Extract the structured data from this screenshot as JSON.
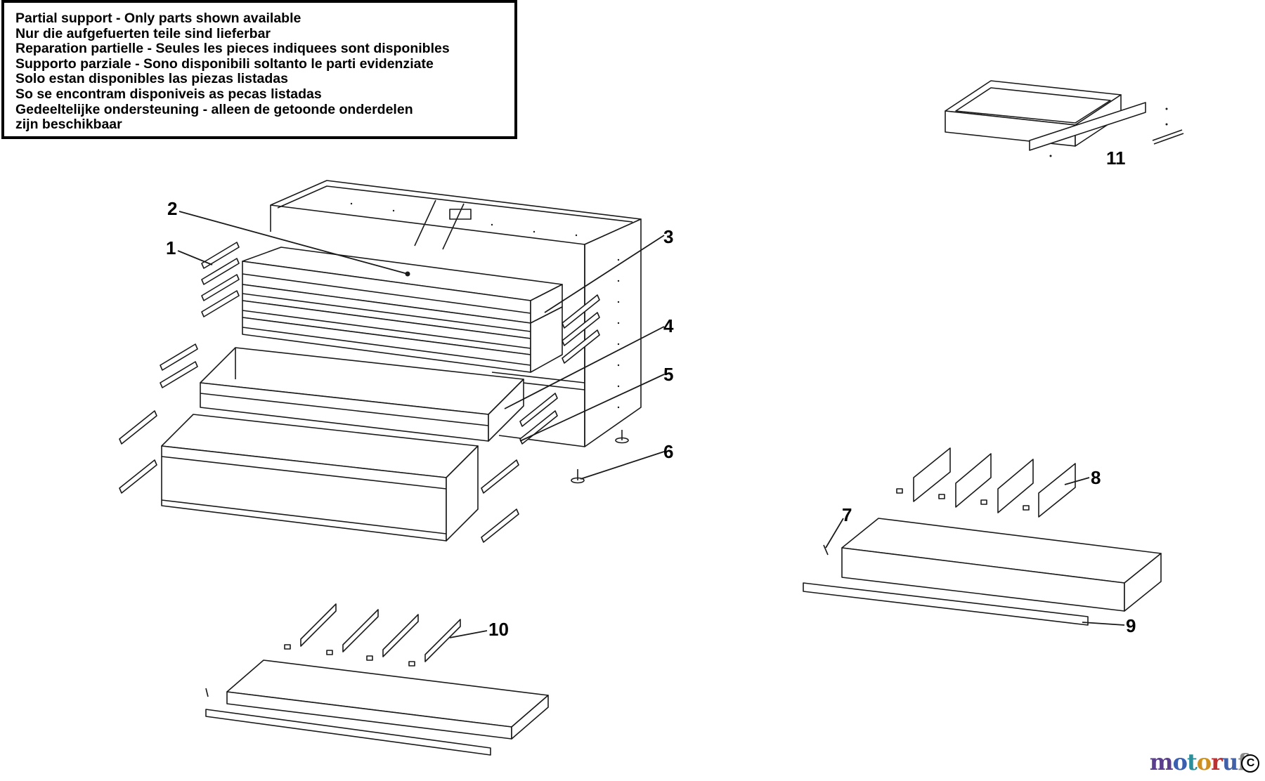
{
  "notice": {
    "lines": [
      "Partial support - Only parts shown available",
      "Nur die aufgefuerten teile sind lieferbar",
      "Reparation partielle - Seules les pieces indiquees sont disponibles",
      "Supporto parziale - Sono disponibili soltanto le parti evidenziate",
      "Solo estan disponibles las piezas listadas",
      "So se encontram disponiveis as pecas listadas",
      "Gedeeltelijke ondersteuning - alleen de getoonde onderdelen",
      "zijn beschikbaar"
    ]
  },
  "callouts": [
    "1",
    "2",
    "3",
    "4",
    "5",
    "6",
    "7",
    "8",
    "9",
    "10",
    "11"
  ],
  "watermark": {
    "letters": [
      "m",
      "o",
      "t",
      "o",
      "r",
      "u",
      "f"
    ],
    "colors": [
      "#5a3d8c",
      "#3a5fb0",
      "#2a8f9a",
      "#d09020",
      "#c03030",
      "#4060a8",
      "#8a8a8a"
    ],
    "suffix": "C"
  },
  "colors": {
    "line": "#1a1a1a",
    "panel_fill": "#ffffff"
  }
}
